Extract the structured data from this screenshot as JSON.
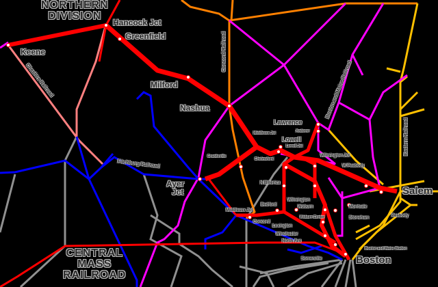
{
  "colors": {
    "background": "#000000",
    "boston_maine_main": "#ff0000",
    "cheshire": "#ff8080",
    "fitchburg": "#0000ff",
    "magenta_branch": "#ff00ff",
    "concord_nashua": "#ff8000",
    "eastern": "#ffc000",
    "other": "#909090",
    "label_text": "#2a2a2a"
  },
  "divisions": {
    "northern": "NORTHERN DIVISION",
    "northern_line1": "NORTHERN",
    "northern_line2": "DIVISION",
    "central_line1": "CENTRAL",
    "central_line2": "MASS",
    "central_line3": "RAILROAD"
  },
  "railroads": {
    "cheshire": "Cheshire Railroad",
    "concord": "Concord Railroad",
    "boston_maine": "Boston and Maine Railroad",
    "eastern": "Eastern Railroad",
    "fitchburg": "Fitchburg Railroad"
  },
  "stations": {
    "hancock_jct": "Hancock Jct",
    "greenfield": "Greenfield",
    "keene": "Keene",
    "milford": "Milford",
    "nashua": "Nashua",
    "lawrence": "Lawrence",
    "lawrence_sub": "Andover",
    "lowell": "Lowell",
    "lowell_jct": "Middlesex Jct",
    "lowell_sub": "Lowell Jct",
    "chelmsford": "Chelmsford",
    "graniteville": "Graniteville",
    "ayer_jct_1": "Ayer",
    "ayer_jct_2": "Jct",
    "wilmington_jct": "Wilmington Jct",
    "wilmington": "Wilmington",
    "w_peabody": "W Peabody",
    "salem": "Salem",
    "peabody": "Peabody",
    "billerica": "N Billerica",
    "bedford": "Bedford",
    "woburn": "Woburn",
    "woburn_sub": "Woburn Center",
    "montvale": "Montvale",
    "stoneham": "Stoneham",
    "middlesex_jct": "Middlesex Jct",
    "concord": "Concord",
    "lexington": "Lexington",
    "winchester": "Winchester",
    "north_ave": "North Ave",
    "somerville": "Somerville",
    "boston_note": "Boston and Maine Station",
    "boston": "Boston"
  }
}
